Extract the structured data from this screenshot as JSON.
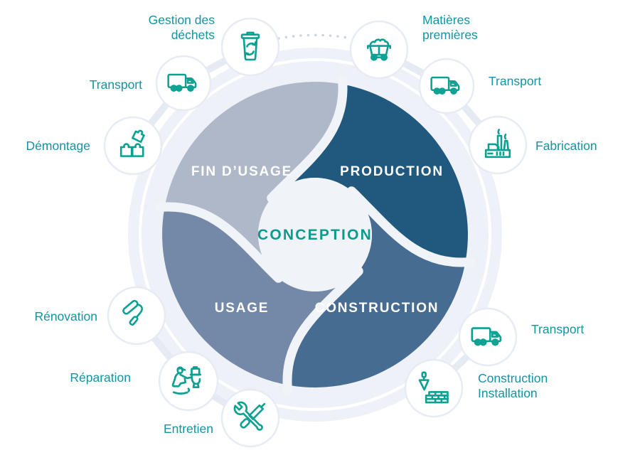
{
  "wheel": {
    "center_label": "CONCEPTION",
    "segments": [
      {
        "id": "production",
        "label": "PRODUCTION",
        "color": "#20587E"
      },
      {
        "id": "construction",
        "label": "CONSTRUCTION",
        "color": "#476C92"
      },
      {
        "id": "usage",
        "label": "USAGE",
        "color": "#7489A8"
      },
      {
        "id": "fin-dusage",
        "label": "FIN D’USAGE",
        "color": "#AEB8C9"
      }
    ]
  },
  "steps": [
    {
      "label": "Gestion des déchets",
      "icon": "waste-bin-recycle-icon"
    },
    {
      "label": "Matières premières",
      "icon": "mine-cart-icon"
    },
    {
      "label": "Transport",
      "icon": "truck-icon"
    },
    {
      "label": "Fabrication",
      "icon": "factory-icon"
    },
    {
      "label": "Transport",
      "icon": "truck-icon"
    },
    {
      "label": "Construction Installation",
      "icon": "trowel-brick-wall-icon"
    },
    {
      "label": "Entretien",
      "icon": "crossed-tools-icon"
    },
    {
      "label": "Réparation",
      "icon": "plumber-repair-icon"
    },
    {
      "label": "Rénovation",
      "icon": "paint-roller-icon"
    },
    {
      "label": "Démontage",
      "icon": "puzzle-pieces-icon"
    },
    {
      "label": "Transport",
      "icon": "truck-icon"
    }
  ],
  "colors": {
    "label_text": "#1295A0",
    "icon_stroke": "#0AA192",
    "center_text": "#0B9B8D",
    "plate": "#EEF1F7"
  }
}
